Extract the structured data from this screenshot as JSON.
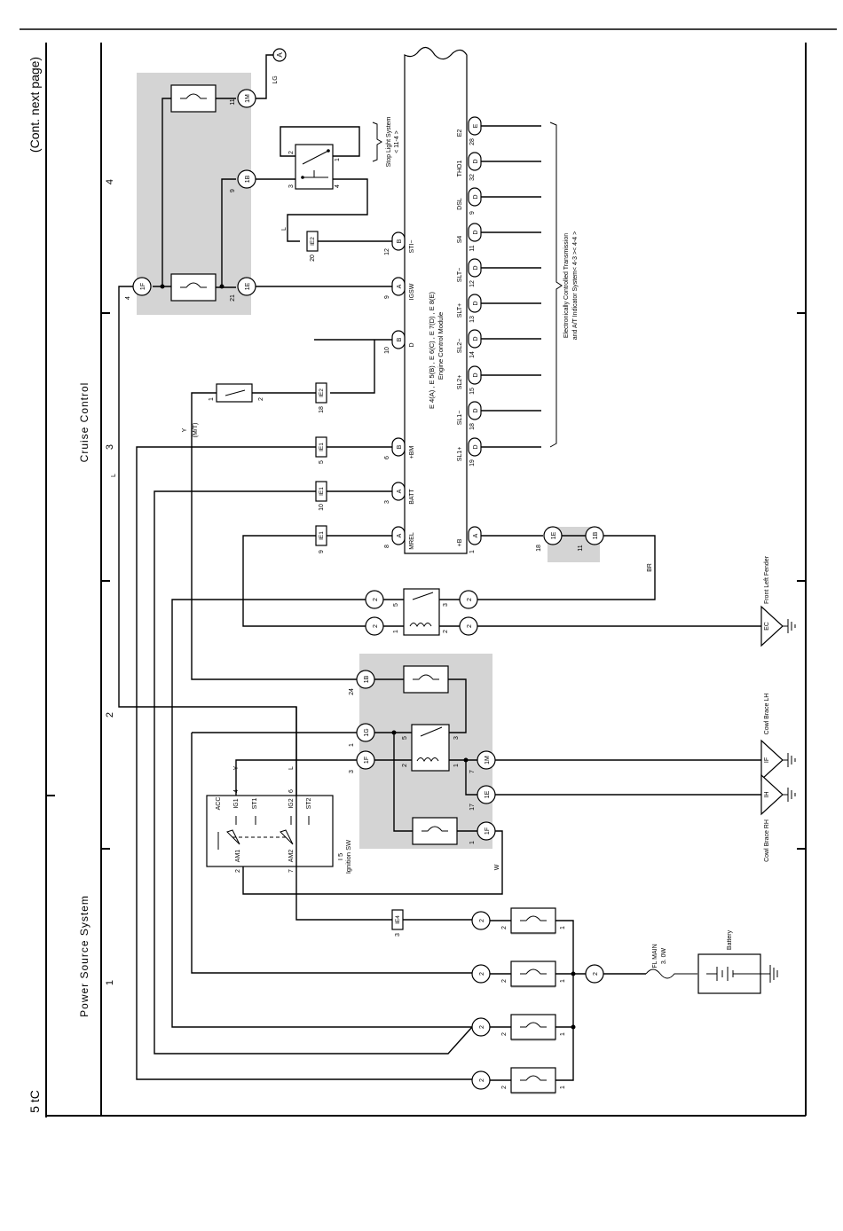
{
  "page": {
    "header": "(Cont.  next page)",
    "page_number": "5 tC"
  },
  "sections": [
    {
      "label": "Cruise Control"
    },
    {
      "label": "Power Source System"
    }
  ],
  "columns": [
    "1",
    "2",
    "3",
    "4"
  ],
  "ecm": {
    "title": "E 4(A) , E 5(B) , E 6(C) , E 7(D) , E 8(E)",
    "subtitle": "Engine Control Module",
    "left_pins": [
      {
        "name": "STI−",
        "num": "12",
        "conn": "B"
      },
      {
        "name": "IGSW",
        "num": "9",
        "conn": "A"
      },
      {
        "name": "D",
        "num": "10",
        "conn": "B"
      },
      {
        "name": "+BM",
        "num": "6",
        "conn": "B"
      },
      {
        "name": "BATT",
        "num": "3",
        "conn": "A"
      },
      {
        "name": "MREL",
        "num": "8",
        "conn": "A"
      }
    ],
    "right_pins": [
      {
        "name": "E2",
        "num": "28",
        "conn": "E"
      },
      {
        "name": "THO1",
        "num": "32",
        "conn": "D"
      },
      {
        "name": "DSL",
        "num": "9",
        "conn": "D"
      },
      {
        "name": "S4",
        "num": "11",
        "conn": "D"
      },
      {
        "name": "SLT−",
        "num": "12",
        "conn": "D"
      },
      {
        "name": "SLT+",
        "num": "13",
        "conn": "D"
      },
      {
        "name": "SL2−",
        "num": "14",
        "conn": "D"
      },
      {
        "name": "SL2+",
        "num": "15",
        "conn": "D"
      },
      {
        "name": "SL1−",
        "num": "18",
        "conn": "D"
      },
      {
        "name": "SL1+",
        "num": "19",
        "conn": "D"
      },
      {
        "name": "+B",
        "num": "1",
        "conn": "A"
      }
    ]
  },
  "external_refs": {
    "stop_light": [
      "Stop Light System",
      "< 11-4 >"
    ],
    "ect": [
      "Electronically Controlled Transmission",
      "and A/T Indicator System< 4-3 >< 4-4 >"
    ],
    "ref_a": "A"
  },
  "ignition_switch": {
    "code": "I 5",
    "name": "Ignition SW",
    "terminals": [
      "ACC",
      "IG1",
      "ST1",
      "IG2",
      "ST2",
      "AM1",
      "AM2"
    ],
    "pins": {
      "ig1": "4",
      "ig2": "6",
      "am1": "2",
      "am2": "7"
    }
  },
  "connectors": {
    "c1M": "1M",
    "c1B": "1B",
    "c1E": "1E",
    "c1F": "1F",
    "c1G": "1G",
    "cIE1": "IE1",
    "cIE2": "IE2",
    "cIE4": "IE4",
    "cEB": "E",
    "j2": "2"
  },
  "pins": {
    "p1": "1",
    "p2": "2",
    "p3": "3",
    "p4": "4",
    "p5": "5",
    "p6": "6",
    "p7": "7",
    "p8": "8",
    "p9": "9",
    "p10": "10",
    "p11": "11",
    "p12": "12",
    "p17": "17",
    "p18": "18",
    "p20": "20",
    "p21": "21",
    "p24": "24"
  },
  "wire_colors": {
    "LG": "LG",
    "L": "L",
    "Y": "Y",
    "W": "W",
    "BR": "BR",
    "MT": "(M/T)"
  },
  "grounds": [
    {
      "code": "EC",
      "label": "Front Left Fender"
    },
    {
      "code": "IF",
      "label": "Cowl Brace LH"
    },
    {
      "code": "IH",
      "label": "Cowl Brace RH"
    }
  ],
  "fusible_link": {
    "name": "FL MAIN",
    "rating": "3. 0W"
  },
  "battery": {
    "label": "Battery"
  },
  "colors": {
    "line": "#000000",
    "shade": "#d4d4d4",
    "background": "#ffffff"
  }
}
